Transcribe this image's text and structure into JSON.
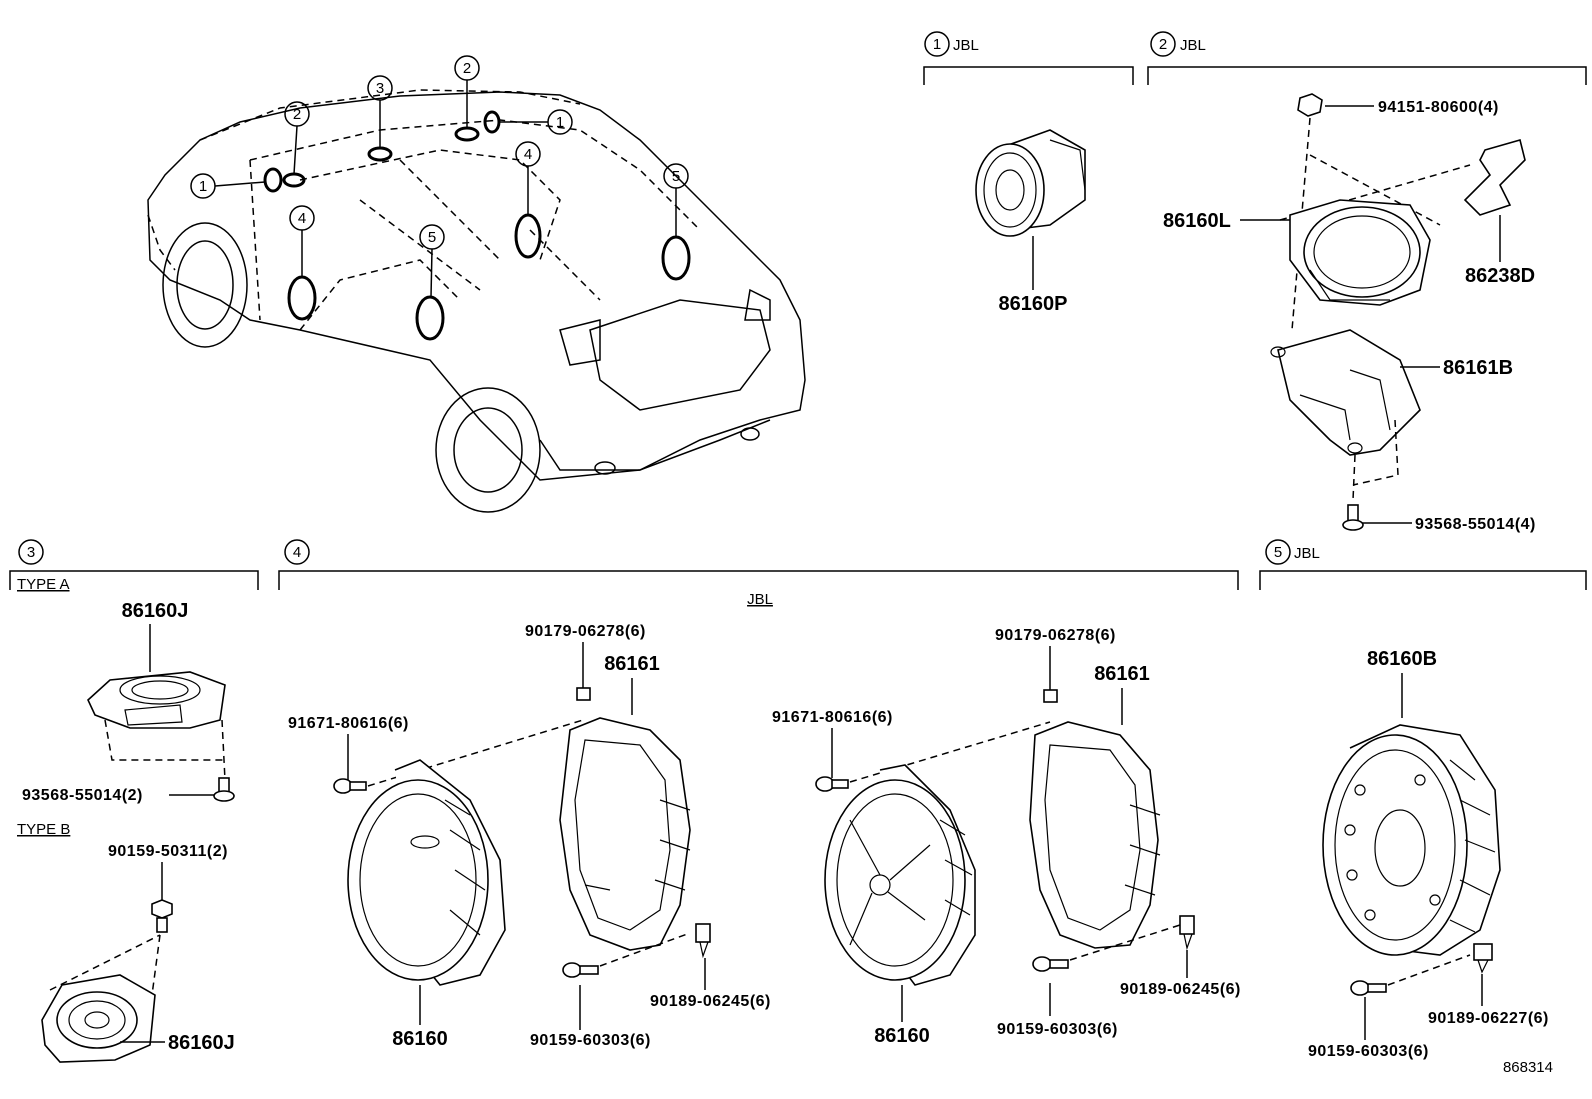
{
  "callouts": [
    "1",
    "2",
    "3",
    "4",
    "5"
  ],
  "sections": {
    "s1": {
      "num": "1",
      "label": "JBL"
    },
    "s2": {
      "num": "2",
      "label": "JBL"
    },
    "s3": {
      "num": "3",
      "type_a": "TYPE A",
      "type_b": "TYPE B"
    },
    "s4": {
      "num": "4",
      "label": "JBL"
    },
    "s5": {
      "num": "5",
      "label": "JBL"
    }
  },
  "parts": {
    "p86160P": "86160P",
    "p94151": "94151-80600(4)",
    "p86160L": "86160L",
    "p86238D": "86238D",
    "p86161B": "86161B",
    "p93568_4": "93568-55014(4)",
    "p86160J_a": "86160J",
    "p93568_2": "93568-55014(2)",
    "p90159_50311": "90159-50311(2)",
    "p86160J_b": "86160J",
    "p90179_l": "90179-06278(6)",
    "p86161_l": "86161",
    "p91671_l": "91671-80616(6)",
    "p86160_l": "86160",
    "p90189_l": "90189-06245(6)",
    "p90159_l": "90159-60303(6)",
    "p90179_r": "90179-06278(6)",
    "p86161_r": "86161",
    "p91671_r": "91671-80616(6)",
    "p86160_r": "86160",
    "p90189_r": "90189-06245(6)",
    "p90159_r": "90159-60303(6)",
    "p86160B": "86160B",
    "p90189_06227": "90189-06227(6)",
    "p90159_5": "90159-60303(6)"
  },
  "diagram_id": "868314"
}
